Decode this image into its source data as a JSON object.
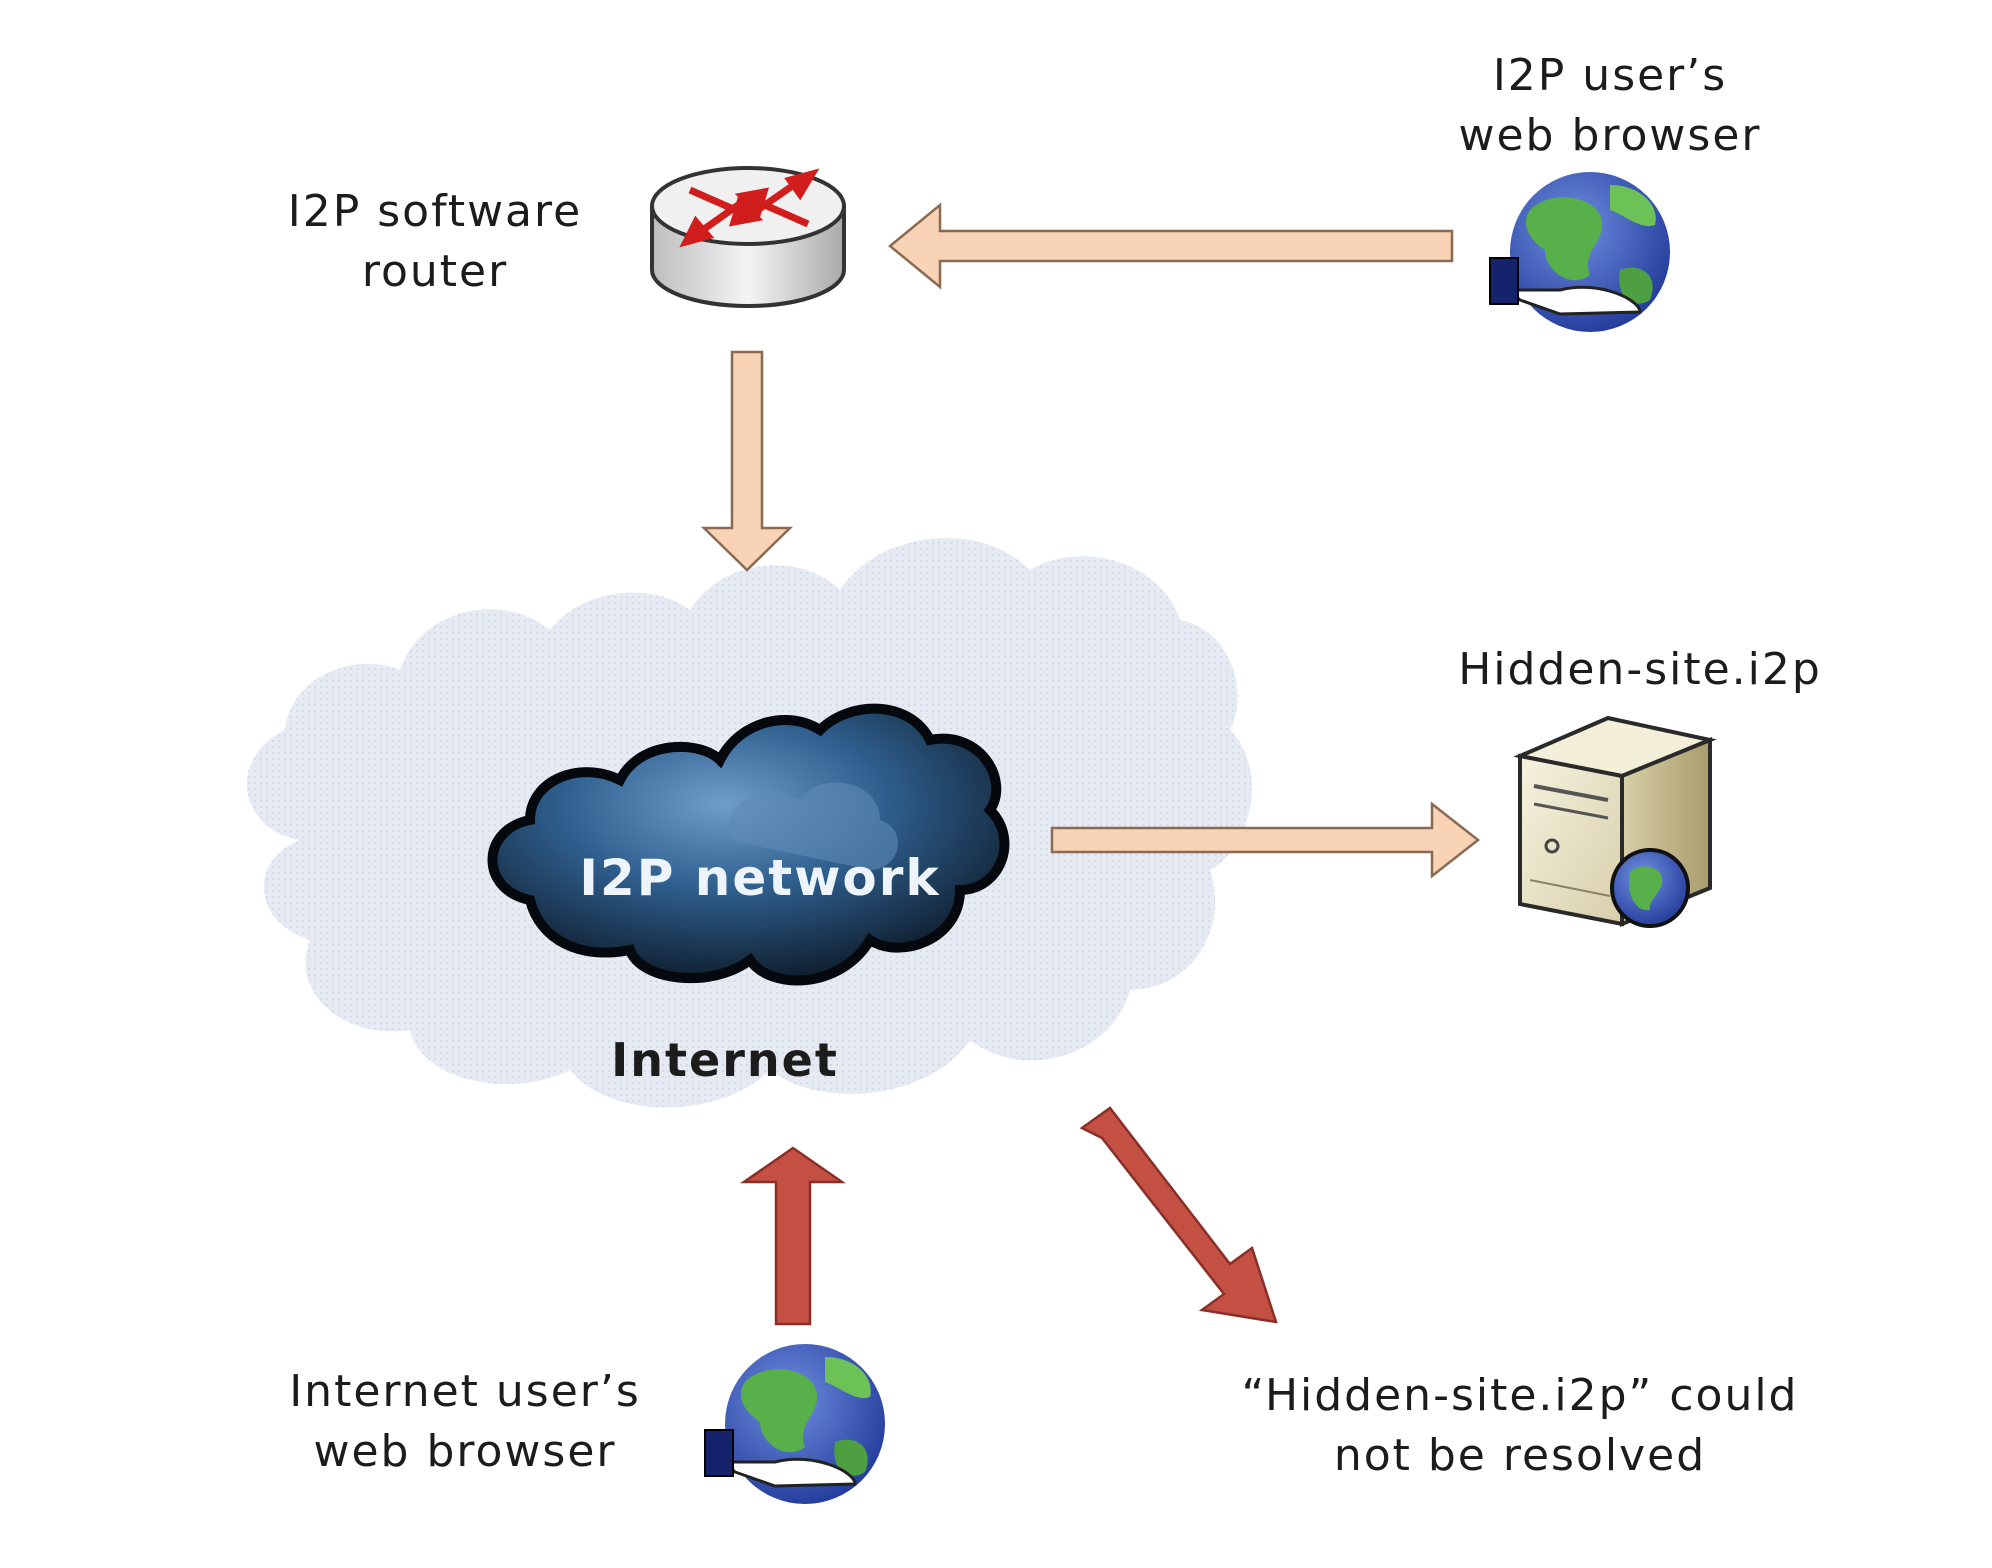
{
  "nodes": {
    "router": {
      "lines": [
        "I2P software",
        "router"
      ]
    },
    "i2p_browser": {
      "lines": [
        "I2P user’s",
        "web browser"
      ]
    },
    "internet_cloud": {
      "label": "Internet"
    },
    "i2p_network": {
      "label": "I2P network"
    },
    "hidden_site": {
      "label": "Hidden-site.i2p"
    },
    "internet_browser": {
      "lines": [
        "Internet user’s",
        "web browser"
      ]
    },
    "error_message": {
      "lines": [
        "“Hidden-site.i2p” could",
        "not be resolved"
      ]
    }
  },
  "colors": {
    "i2p_arrow": "#f8d3b5",
    "i2p_arrow_stroke": "#8a6a52",
    "internet_arrow": "#c44f43",
    "internet_arrow_stroke": "#8a2f27",
    "outer_cloud": "#e3e9f2",
    "inner_cloud": "#2c5f93"
  },
  "arrows": [
    {
      "from": "i2p_browser",
      "to": "router",
      "kind": "i2p"
    },
    {
      "from": "router",
      "to": "i2p_network",
      "kind": "i2p"
    },
    {
      "from": "i2p_network",
      "to": "hidden_site",
      "kind": "i2p"
    },
    {
      "from": "internet_browser",
      "to": "internet_cloud",
      "kind": "internet"
    },
    {
      "from": "internet_cloud",
      "to": "error_message",
      "kind": "internet"
    }
  ]
}
